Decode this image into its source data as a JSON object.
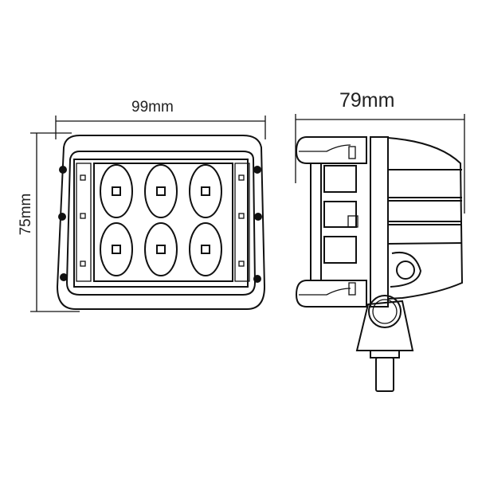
{
  "front_view": {
    "width_label": "99mm",
    "height_label": "75mm",
    "led_count": 6
  },
  "side_view": {
    "depth_label": "79mm"
  },
  "colors": {
    "line": "#111111",
    "background": "#ffffff"
  }
}
